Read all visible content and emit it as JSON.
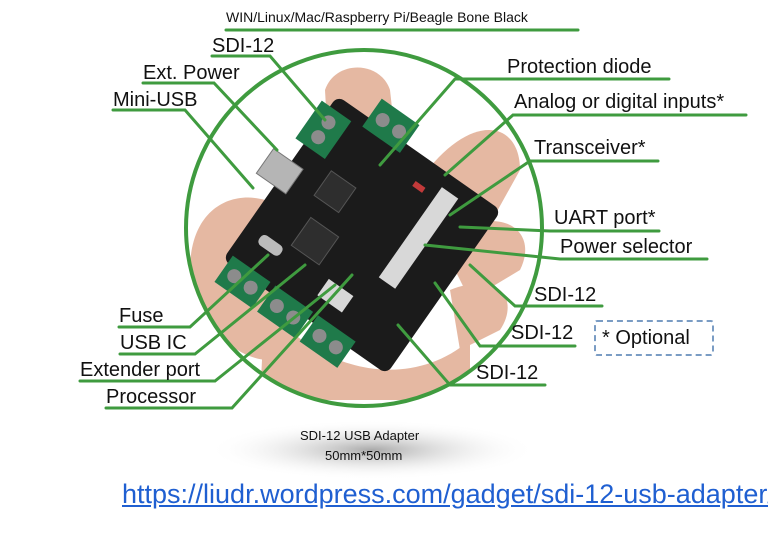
{
  "header": {
    "platforms": "WIN/Linux/Mac/Raspberry Pi/Beagle Bone Black"
  },
  "labels": {
    "sdi12_top": "SDI-12",
    "ext_power": "Ext. Power",
    "mini_usb": "Mini-USB",
    "protection_diode": "Protection diode",
    "analog_digital": "Analog or digital inputs*",
    "transceiver": "Transceiver*",
    "uart_port": "UART port*",
    "power_selector": "Power selector",
    "sdi12_right_1": "SDI-12",
    "sdi12_right_2": "SDI-12",
    "sdi12_right_3": "SDI-12",
    "fuse": "Fuse",
    "usb_ic": "USB IC",
    "extender_port": "Extender port",
    "processor": "Processor"
  },
  "optional_note": "* Optional",
  "caption": {
    "title": "SDI-12 USB Adapter",
    "size": "50mm*50mm"
  },
  "link": {
    "url": "https://liudr.wordpress.com/gadget/sdi-12-usb-adapter/"
  },
  "colors": {
    "accent_green": "#3f9b3f",
    "link_blue": "#1f5fd1",
    "board_black": "#1b1b1b",
    "terminal_green": "#1f7a4a"
  }
}
